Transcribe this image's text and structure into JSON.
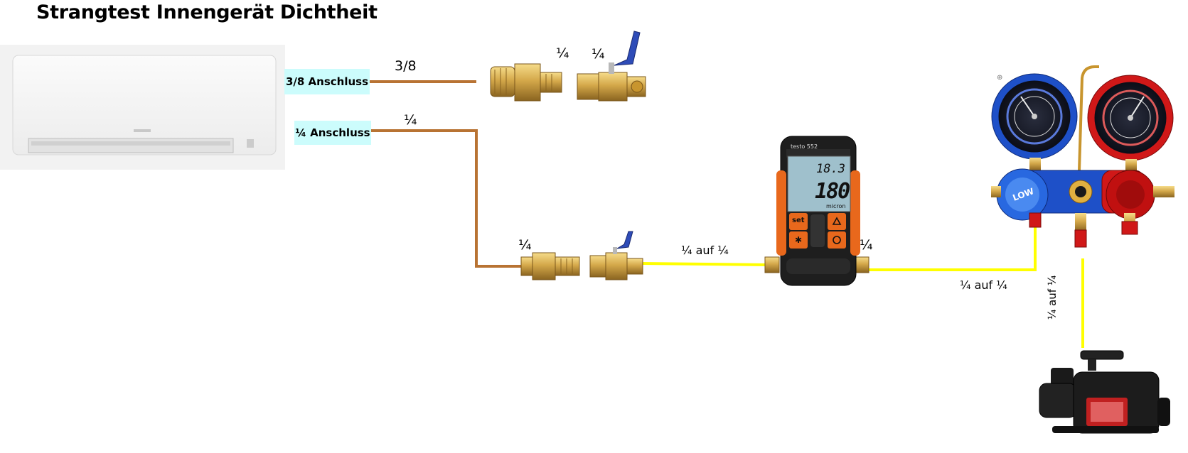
{
  "title": "Strangtest Innengerät Dichtheit",
  "colors": {
    "copper_line": "#b87333",
    "hose_yellow": "#ffff00",
    "label_bg": "#ccfcfc",
    "brass": "#d4a84a",
    "manifold_blue": "#1e50c8",
    "manifold_red": "#d01818",
    "gauge_orange": "#e8681c"
  },
  "ports": {
    "port_38": "3/8 Anschluss",
    "port_14": "¼ Anschluss"
  },
  "pipe_labels": {
    "pipe_38": "3/8",
    "pipe_14": "¼"
  },
  "fitting_labels": {
    "top_adapter": "¼",
    "top_valve": "¼",
    "mid_adapter": "¼",
    "gauge_out": "¼"
  },
  "hose_labels": {
    "valve_to_gauge": "¼ auf ¼",
    "gauge_to_manifold": "¼ auf ¼",
    "manifold_to_pump": "¼ auf ¼"
  },
  "vacuum_gauge": {
    "brand": "testo 552",
    "reading_temp": "18.3",
    "reading_vac": "180",
    "unit": "micron",
    "btn_set": "set"
  },
  "manifold": {
    "low_knob": "LOW"
  },
  "icons": {
    "indoor_unit": "ac-indoor-unit-icon",
    "flare_adapter": "brass-flare-adapter-icon",
    "ball_valve": "ball-valve-icon",
    "vacuum_gauge": "digital-vacuum-gauge-icon",
    "manifold": "manifold-gauge-icon",
    "pump": "vacuum-pump-icon"
  }
}
